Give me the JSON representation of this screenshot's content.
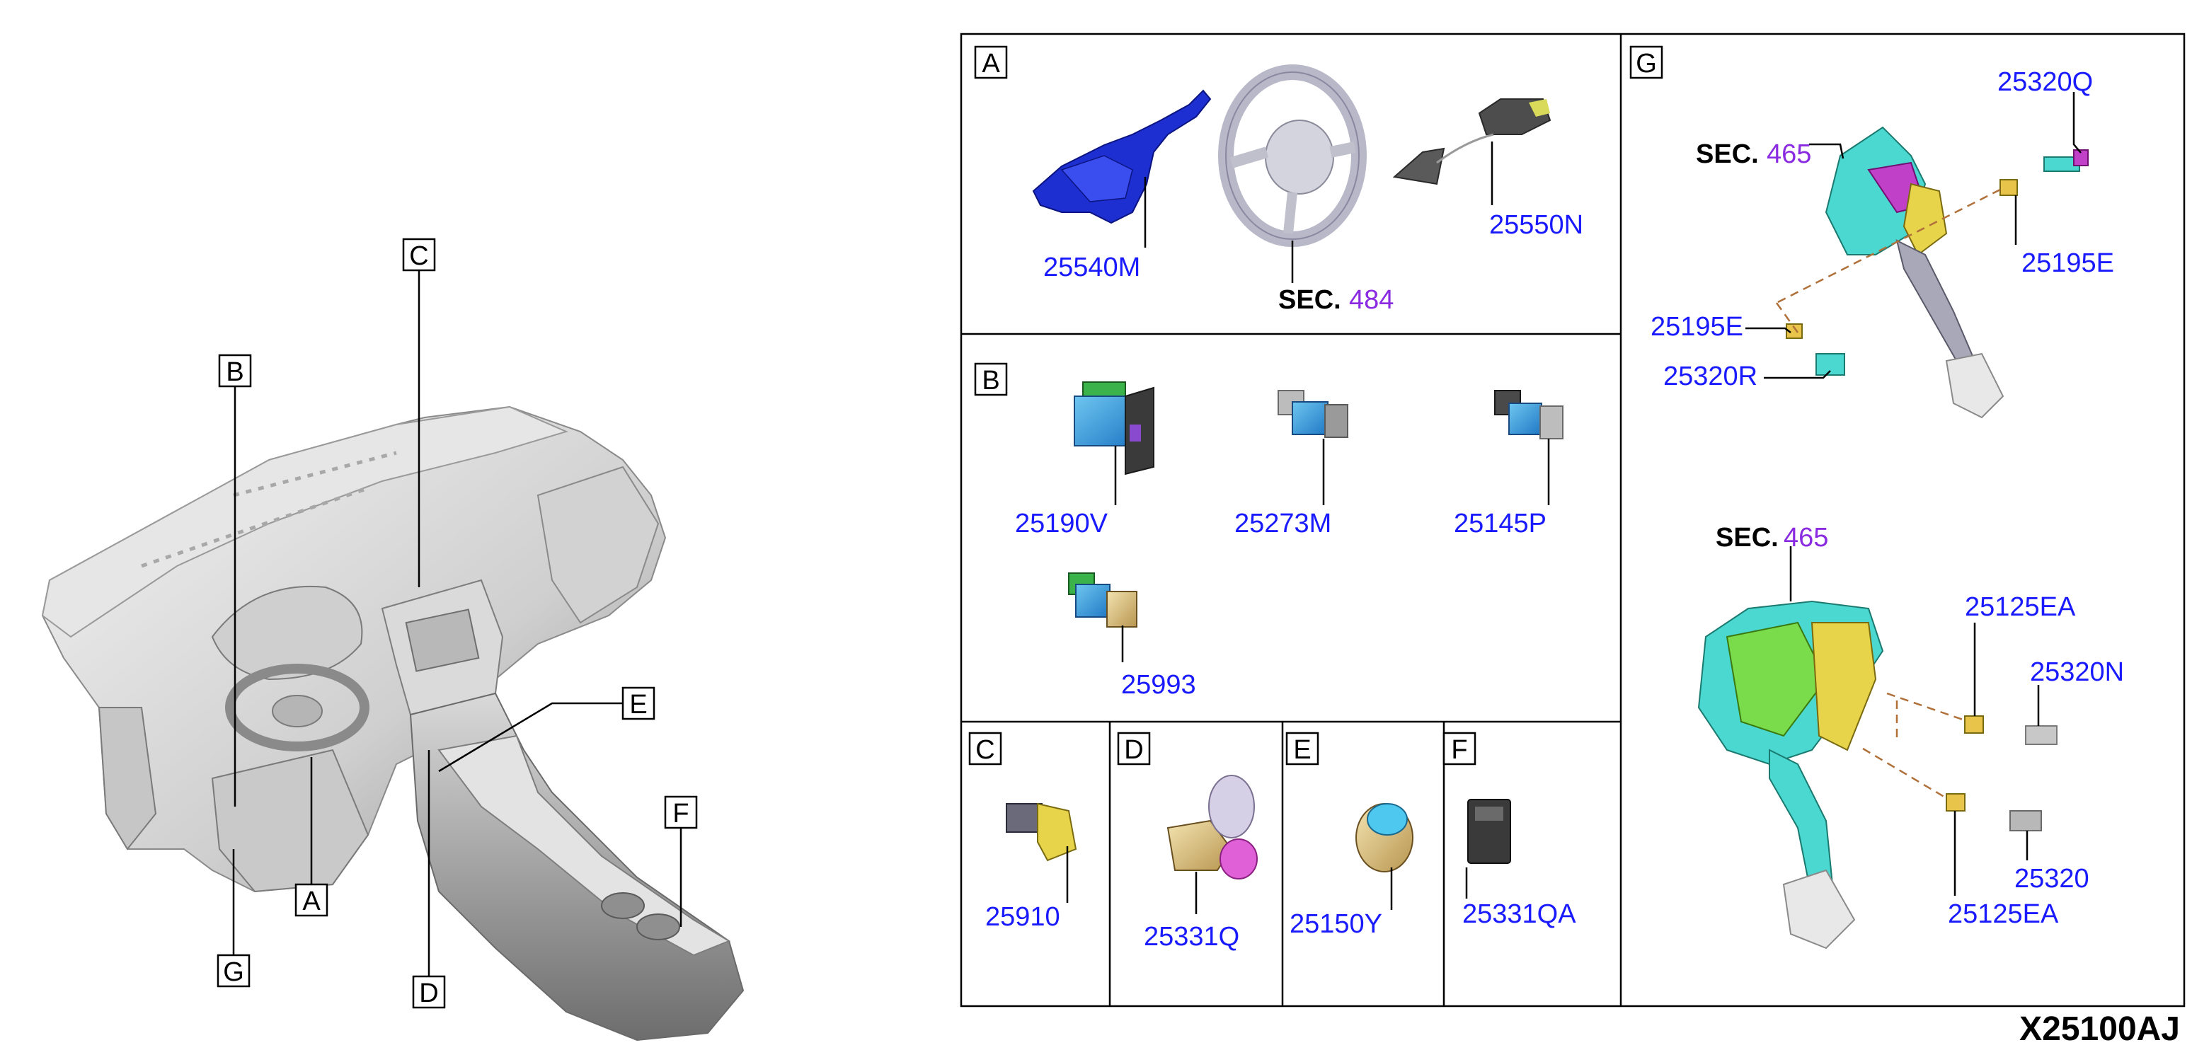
{
  "diagram_id": "X25100AJ",
  "overview": {
    "callouts": [
      "A",
      "B",
      "C",
      "D",
      "E",
      "F",
      "G"
    ]
  },
  "panels": {
    "A": {
      "label": "A",
      "parts": [
        "25540M",
        "25550N"
      ],
      "sec": {
        "prefix": "SEC.",
        "number": "484"
      }
    },
    "B": {
      "label": "B",
      "parts": [
        "25190V",
        "25273M",
        "25145P",
        "25993"
      ]
    },
    "C": {
      "label": "C",
      "parts": [
        "25910"
      ]
    },
    "D": {
      "label": "D",
      "parts": [
        "25331Q"
      ]
    },
    "E": {
      "label": "E",
      "parts": [
        "25150Y"
      ]
    },
    "F": {
      "label": "F",
      "parts": [
        "25331QA"
      ]
    },
    "G": {
      "label": "G",
      "upper": {
        "sec": {
          "prefix": "SEC.",
          "number": "465"
        },
        "parts": [
          "25320Q",
          "25195E",
          "25195E",
          "25320R"
        ]
      },
      "lower": {
        "sec": {
          "prefix": "SEC.",
          "number": "465"
        },
        "parts": [
          "25125EA",
          "25320N",
          "25320",
          "25125EA"
        ]
      }
    }
  },
  "colors": {
    "part_number": "#1a1aff",
    "sec_number": "#8a2be2",
    "leader_dash": "#b0703a",
    "lines": "#000000"
  }
}
